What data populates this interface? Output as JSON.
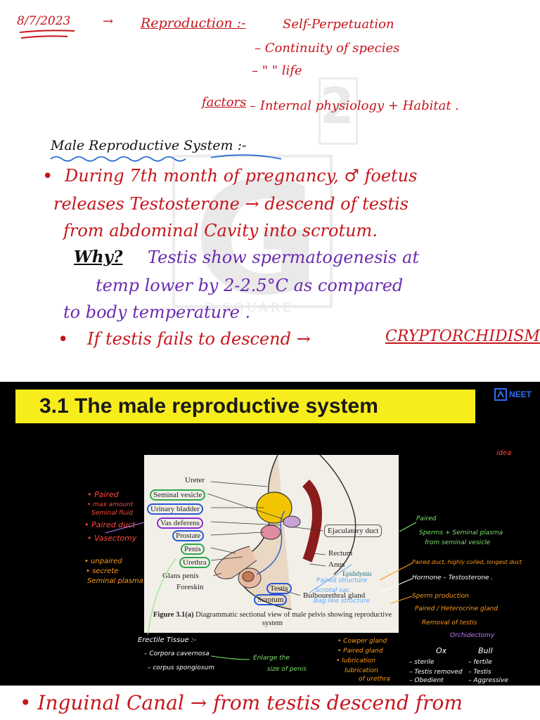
{
  "notes": {
    "date": "8/7/2023",
    "arrow": "→",
    "reproduction_heading": "Reproduction :-",
    "rep_points": [
      "Self-Perpetuation",
      "– Continuity of species",
      "–  \"      \" life"
    ],
    "factors_label": "factors",
    "factors_text": "– Internal physiology + Habitat .",
    "male_heading": "Male Reproductive System :-",
    "line1": "During 7th month of pregnancy, ♂ foetus",
    "line2": "releases Testosterone → descend of testis",
    "line3": "from abdominal Cavity into scrotum.",
    "why": "Why?",
    "why_text": "Testis show spermatogenesis at",
    "line5": "temp lower by 2-2.5°C as compared",
    "line6": "to body temperature .",
    "line7": "If testis fails to descend →",
    "cryptorchidism": "CRYPTORCHIDISM",
    "bullet": "•"
  },
  "watermark": {
    "letter": "G",
    "number": "2",
    "text": "G SQUARE"
  },
  "slide": {
    "title": "3.1 The male reproductive system",
    "logo": "NEET",
    "corner_note": "idea",
    "figure": {
      "labels": {
        "ureter": "Ureter",
        "seminal_vesicle": "Seminal vesicle",
        "urinary_bladder": "Urinary bladder",
        "vas_deferens": "Vas deferens",
        "prostate": "Prostate",
        "penis": "Penis",
        "urethra": "Urethra",
        "glans_penis": "Glans penis",
        "foreskin": "Foreskin",
        "testis": "Testis",
        "scrotum": "Scrotum",
        "ejaculatory_duct": "Ejaculatory duct",
        "rectum": "Rectum",
        "anus": "Anus",
        "epididymis": "Epididymis",
        "bulbourethral": "Bulbourethral gland"
      },
      "caption_bold": "Figure 3.1(a)",
      "caption_rest": " Diagrammatic sectional view of male pelvis showing reproductive system"
    },
    "annotations": {
      "left": [
        "• Paired",
        "• max amount",
        "Seminal fluid",
        "• Paired duct",
        "• Vasectomy",
        "• unpaired",
        "• secrete",
        "Seminal plasma"
      ],
      "erectile": [
        "Erectile Tissue :-",
        "– Corpora cavernosa",
        "– corpus spongiosum"
      ],
      "enlarge": [
        "Enlarge the",
        "size of penis"
      ],
      "right": [
        "Paired",
        "Sperms + Seminal plasma",
        "from seminal vesicle",
        "Paired duct, highly coiled, longest duct",
        "Hormone – Testosterone .",
        "Sperm production",
        "Paired / Heterocrine gland",
        "Removal of testis",
        "Orchidectomy"
      ],
      "mid": [
        "Paired structure",
        "Scrotal sac",
        "Bag like structure"
      ],
      "bottom_mid": [
        "• Cowper gland",
        "• Paired gland",
        "• lubrication",
        "lubrication",
        "of urethra"
      ],
      "table": {
        "col1": "Ox",
        "col2": "Bull",
        "rows": [
          [
            "– sterile",
            "– fertile"
          ],
          [
            "– Testis removed",
            "– Testis"
          ],
          [
            "– Obedient",
            "– Aggressive"
          ]
        ]
      }
    }
  },
  "bottom": {
    "text": "• Inguinal Canal → from testis descend from"
  }
}
